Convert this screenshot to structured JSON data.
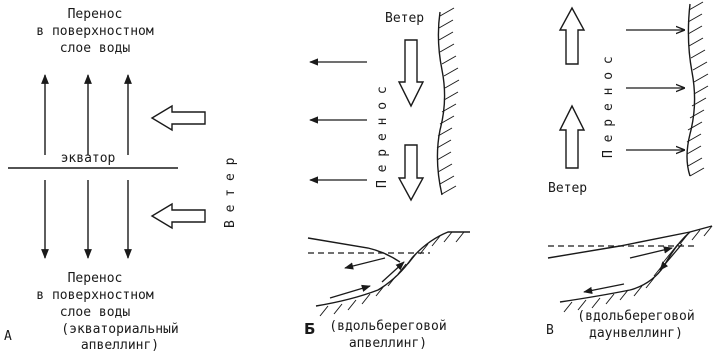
{
  "panels": {
    "a": {
      "transport_top": [
        "Перенос",
        "в поверхностном",
        "слое воды"
      ],
      "equator": "экватор",
      "wind": "В е т е р",
      "transport_bottom": [
        "Перенос",
        "в поверхностном",
        "слое воды"
      ],
      "letter": "А",
      "caption": [
        "(экваториальный",
        "апвеллинг)"
      ]
    },
    "b": {
      "wind": "Ветер",
      "transport": "П е р е н о с",
      "letter": "Б",
      "caption": [
        "(вдольбереговой",
        "апвеллинг)"
      ]
    },
    "c": {
      "transport": "П е р е н о с",
      "wind": "Ветер",
      "letter": "В",
      "caption": [
        "(вдольбереговой",
        "даунвеллинг)"
      ]
    }
  },
  "colors": {
    "ink": "#1a1a1a",
    "background": "#ffffff"
  }
}
